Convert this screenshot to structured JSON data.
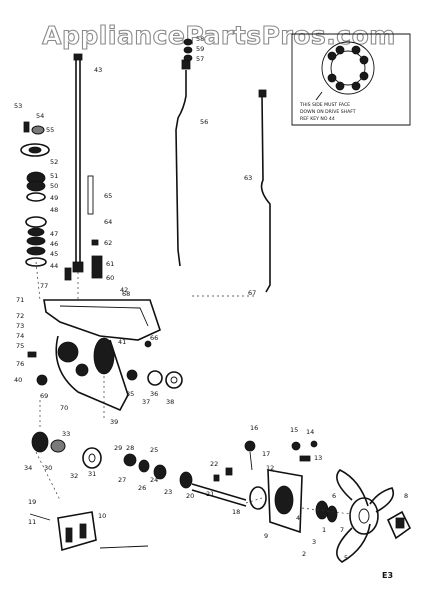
{
  "watermark": "AppliancePartsPros.com",
  "page_number": "E3",
  "inset_note": [
    "THIS SIDE MUST FACE",
    "DOWN ON DRIVE SHAFT",
    "REF KEY NO 44"
  ],
  "callouts": [
    "43",
    "58",
    "59",
    "57",
    "56",
    "63",
    "53",
    "54",
    "55",
    "52",
    "51",
    "50",
    "49",
    "48",
    "47",
    "46",
    "45",
    "44",
    "62",
    "61",
    "60",
    "65",
    "67",
    "64",
    "42",
    "41",
    "40",
    "39",
    "71",
    "72",
    "73",
    "74",
    "75",
    "76",
    "77",
    "70",
    "69",
    "68",
    "66",
    "35",
    "36",
    "37",
    "38",
    "34",
    "33",
    "32",
    "31",
    "30",
    "29",
    "28",
    "27",
    "26",
    "25",
    "24",
    "23",
    "22",
    "21",
    "20",
    "19",
    "18",
    "17",
    "16",
    "15",
    "14",
    "13",
    "12",
    "11",
    "10",
    "9",
    "8",
    "7",
    "6",
    "5",
    "4",
    "3",
    "2",
    "1"
  ]
}
